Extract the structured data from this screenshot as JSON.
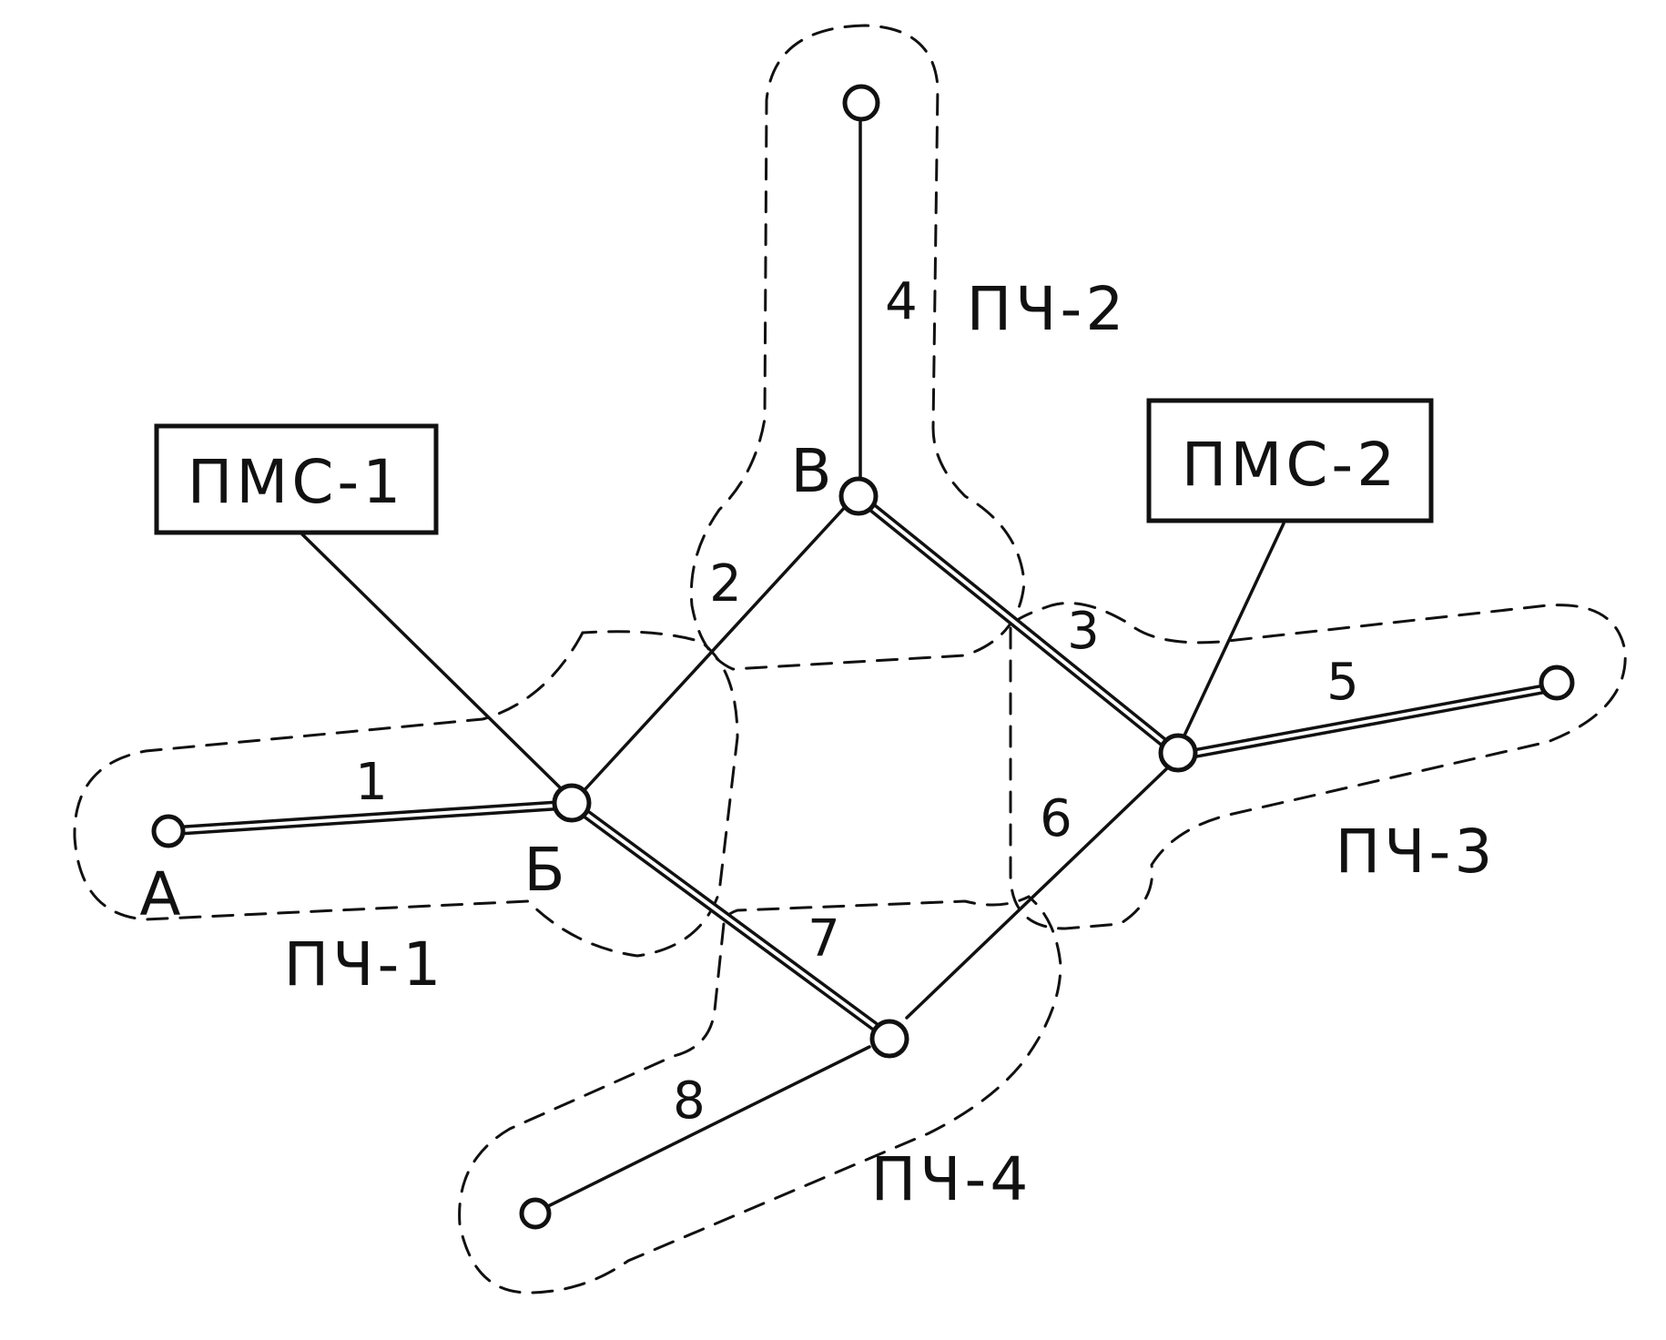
{
  "stations": {
    "a": "А",
    "b": "Б",
    "v": "В"
  },
  "bases": {
    "pms1": "ПМС-1",
    "pms2": "ПМС-2"
  },
  "zones": {
    "pch1": "ПЧ-1",
    "pch2": "ПЧ-2",
    "pch3": "ПЧ-3",
    "pch4": "ПЧ-4"
  },
  "sections": {
    "s1": "1",
    "s2": "2",
    "s3": "3",
    "s4": "4",
    "s5": "5",
    "s6": "6",
    "s7": "7",
    "s8": "8"
  }
}
